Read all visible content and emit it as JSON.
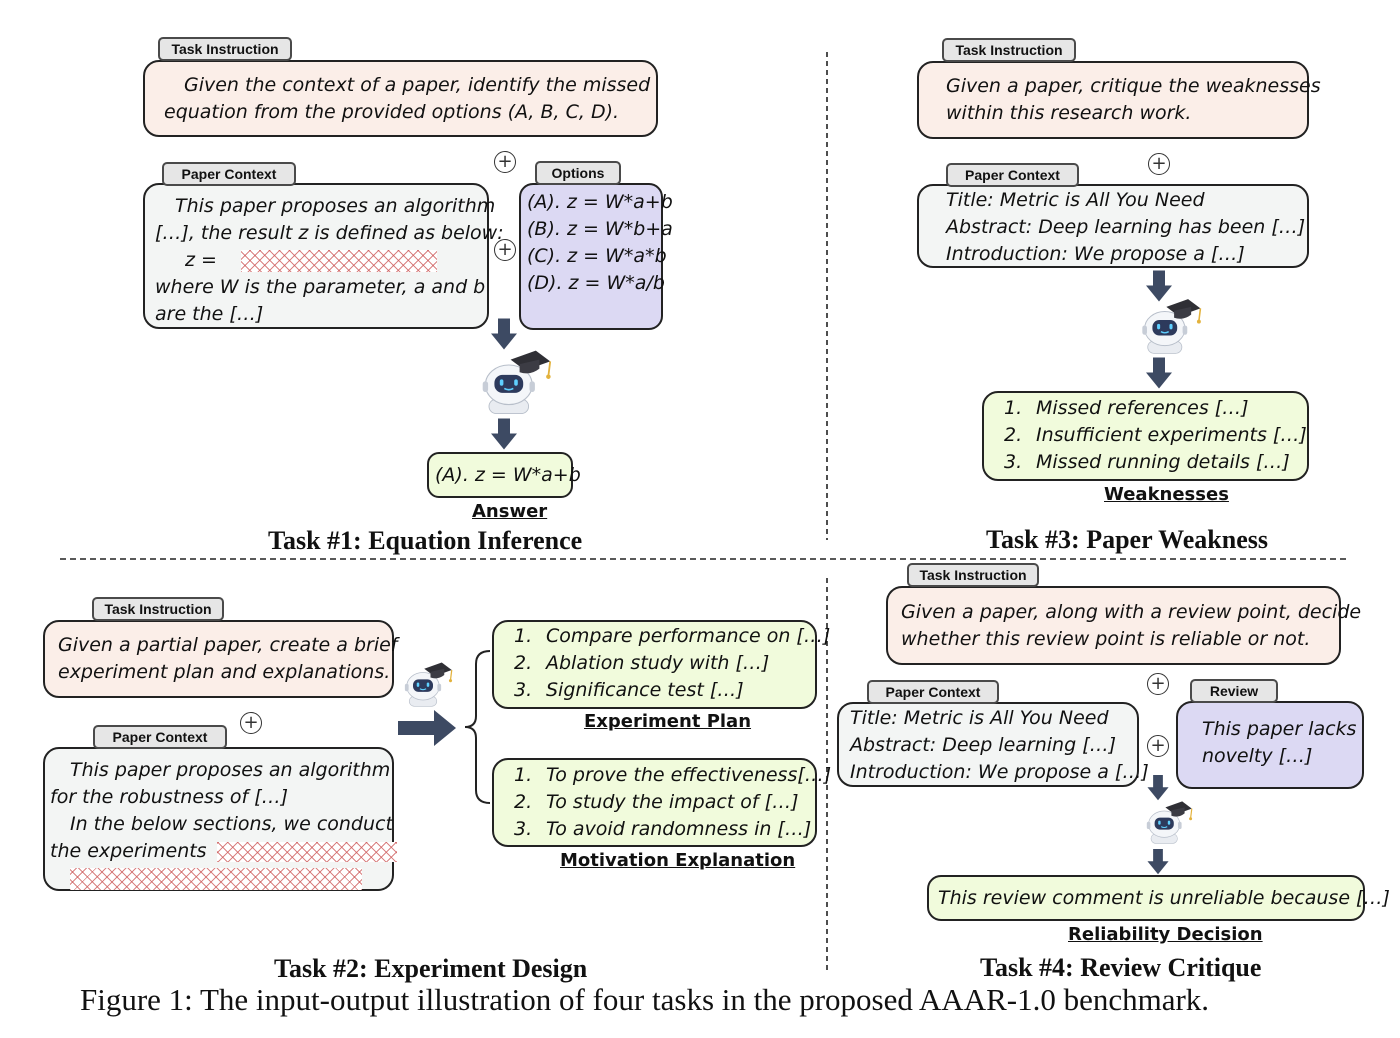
{
  "tags": {
    "task_instruction": "Task Instruction",
    "paper_context": "Paper Context",
    "options": "Options",
    "review": "Review"
  },
  "task1": {
    "instruction": [
      "Given the context of a paper, identify the missed",
      "equation from the provided options (A, B, C, D)."
    ],
    "context": [
      "This paper proposes an algorithm",
      "[…], the result z is defined as below:",
      "z =",
      "where W is the parameter, a and b",
      "are the […]"
    ],
    "options": [
      "(A). z = W*a+b",
      "(B). z = W*b+a",
      "(C). z = W*a*b",
      "(D). z = W*a/b"
    ],
    "answer": "(A). z = W*a+b",
    "answer_label": "Answer",
    "title": "Task #1: Equation Inference"
  },
  "task2": {
    "instruction": [
      "Given a partial paper, create a brief",
      "experiment plan and explanations."
    ],
    "context": [
      "This paper proposes an algorithm",
      "for the robustness of  […]",
      "In the below sections, we conduct",
      "the experiments"
    ],
    "plan": [
      {
        "num": "1.",
        "text": "Compare performance on […]"
      },
      {
        "num": "2.",
        "text": "Ablation study with […]"
      },
      {
        "num": "3.",
        "text": "Significance test […]"
      }
    ],
    "plan_label": "Experiment Plan",
    "motivation": [
      {
        "num": "1.",
        "text": "To prove the effectiveness[…]"
      },
      {
        "num": "2.",
        "text": "To study the impact of […]"
      },
      {
        "num": "3.",
        "text": "To avoid randomness in […]"
      }
    ],
    "motivation_label": "Motivation Explanation",
    "title": "Task #2: Experiment Design"
  },
  "task3": {
    "instruction": [
      "Given a paper, critique the weaknesses",
      "within this research work."
    ],
    "context": [
      "Title: Metric is All You Need",
      "Abstract: Deep learning has been […]",
      "Introduction: We propose a […]"
    ],
    "weaknesses": [
      {
        "num": "1.",
        "text": "Missed references […]"
      },
      {
        "num": "2.",
        "text": "Insufficient experiments […]"
      },
      {
        "num": "3.",
        "text": "Missed running details […]"
      }
    ],
    "weaknesses_label": "Weaknesses",
    "title": "Task #3: Paper Weakness"
  },
  "task4": {
    "instruction": [
      "Given a paper, along with a review point, decide",
      "whether this review point is reliable or not."
    ],
    "context": [
      "Title: Metric is All You Need",
      "Abstract: Deep learning […]",
      "Introduction: We propose a […]"
    ],
    "review": [
      "This paper lacks",
      "novelty […]"
    ],
    "decision": "This review comment is unreliable because […]",
    "decision_label": "Reliability Decision",
    "title": "Task #4: Review Critique"
  },
  "caption": "Figure 1: The input-output illustration of four tasks in the proposed AAAR-1.0 benchmark.",
  "colors": {
    "instruction_fill": "#fbeee8",
    "context_fill": "#f3f5f4",
    "output_fill": "#f1fbdc",
    "options_fill": "#dcd9f3",
    "arrow": "#3d4a63"
  },
  "icons": [
    "plus-circle-icon",
    "down-arrow-icon",
    "right-arrow-icon",
    "robot-graduate-icon",
    "bracket-icon"
  ]
}
